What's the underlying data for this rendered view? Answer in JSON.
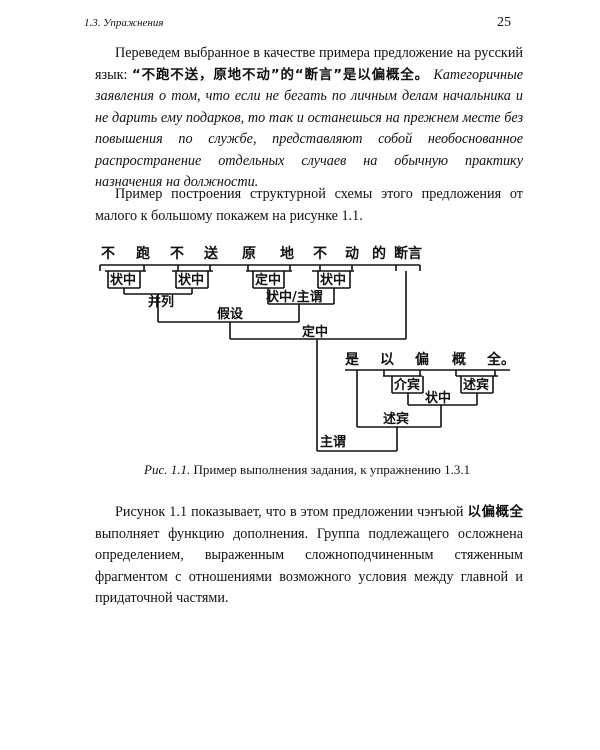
{
  "header": {
    "section": "1.3. Упражнения",
    "page_number": "25"
  },
  "para1": {
    "lead": "Переведем выбранное в качестве примера предложение на русский язык: ",
    "sentence_cjk": "“不跑不送，原地不动”的“断言”是以偏概全。",
    "translation": "Категоричные заявления о том, что если не бегать по личным делам начальника и не дарить ему подарков, то так и останешься на прежнем месте без повышения по службе, представляют собой необоснованное распространение отдельных случаев на обычную практику назначения на должности."
  },
  "para2": {
    "text": "Пример построения структурной схемы этого предложения от малого к большому покажем на рисунке 1.1."
  },
  "diagram": {
    "top_words": [
      "不",
      "跑",
      "不",
      "送",
      "原",
      "地",
      "不",
      "动",
      "的",
      "断言"
    ],
    "bottom_words": [
      "是",
      "以",
      "偏",
      "概",
      "全。"
    ],
    "labels": {
      "zhuangzhong": "状中",
      "dingzhong": "定中",
      "bingLie": "并列",
      "zhuangzhong_zhuwei": "状中/主谓",
      "jiashe": "假设",
      "dingzhong_big": "定中",
      "jiebin": "介宾",
      "shubin": "述宾",
      "zhuangzhong2": "状中",
      "shubin2": "述宾",
      "zhuwei": "主谓"
    }
  },
  "caption": {
    "label": "Рис. 1.1.",
    "text": " Пример выполнения задания, к упражнению 1.3.1"
  },
  "para3": {
    "lead": "Рисунок 1.1 показывает, что в этом предложении чэнъюй ",
    "term_cjk": "以偏概全",
    "rest": " выполняет функцию дополнения. Группа подлежащего осложнена определением, выраженным сложноподчиненным стяженным фрагментом с отношениями возможного условия между главной и придаточной частями."
  }
}
